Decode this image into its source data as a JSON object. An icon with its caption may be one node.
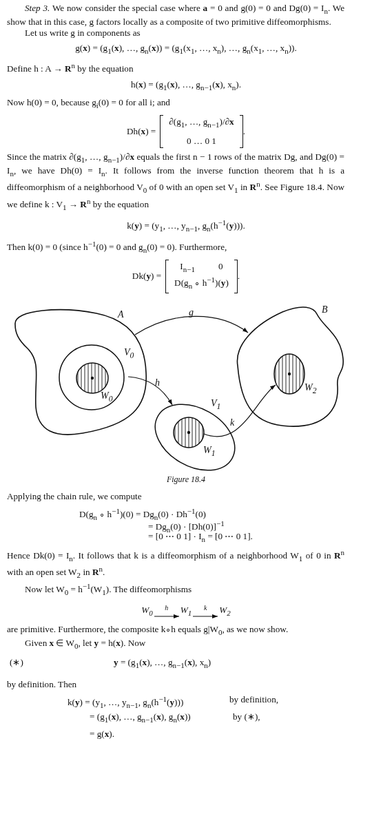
{
  "diagram": {
    "caption": "Figure 18.4",
    "nodes": [
      {
        "text": [
          "A"
        ]
      },
      {
        "text": [
          "V$_{0}$"
        ],
        "in": 0
      },
      {
        "text": [
          "W$_{0}$"
        ],
        "in": 1
      },
      {
        "text": [
          "B"
        ]
      },
      {
        "text": [
          "W$_{2}$"
        ],
        "in": 3
      },
      {
        "text": [
          "V$_{1}$"
        ]
      },
      {
        "text": [
          "W$_{1}$"
        ],
        "in": 5
      },
      {
        "text": [
          "W$_{0}$"
        ]
      },
      {
        "text": [
          "W$_{1}$"
        ]
      },
      {
        "text": [
          "W$_{2}$"
        ]
      }
    ],
    "edges": [
      {
        "from": 0,
        "to": 3,
        "arrow": "to",
        "label": "g"
      },
      {
        "from": 1,
        "to": 5,
        "arrow": "to",
        "label": "h"
      },
      {
        "from": 6,
        "to": 4,
        "arrow": "to",
        "label": "k"
      },
      {
        "from": 7,
        "to": 8,
        "arrow": "to",
        "label": "h"
      },
      {
        "from": 8,
        "to": 9,
        "arrow": "to",
        "label": "k"
      }
    ],
    "labels": [
      "*Step 3.* We now consider the special case where **a** = 0 and g(0) = 0 and Dg(0) = I$_{n}$. We show that in this case, g factors locally as a composite of two primitive diffeomorphisms.",
      "Let us write g in components as",
      "g(**x**) = (g$_{1}$(**x**), …, g$_{n}$(**x**)) = (g$_{1}$(x$_{1}$, …, x$_{n}$), …, g$_{n}$(x$_{1}$, …, x$_{n}$)).",
      "Define h : A → **R**$^{n}$ by the equation",
      "h(**x**) = (g$_{1}$(**x**), …, g$_{n−1}$(**x**), x$_{n}$).",
      "Now h(0) = 0, because g$_{i}$(0) = 0 for all i; and",
      "Dh(**x**) =",
      "∂(g$_{1}$, …, g$_{n−1}$)/∂**x**",
      "0 … 0 1",
      ".",
      "Since the matrix ∂(g$_{1}$, …, g$_{n−1}$)/∂**x** equals the first n − 1 rows of the matrix Dg, and Dg(0) = I$_{n}$, we have Dh(0) = I$_{n}$. It follows from the inverse function theorem that h is a diffeomorphism of a neighborhood V$_{0}$ of 0 with an open set V$_{1}$ in **R**$^{n}$. See Figure 18.4. Now we define k : V$_{1}$ → **R**$^{n}$ by the equation",
      "k(**y**) = (y$_{1}$, …, y$_{n−1}$, g$_{n}$(h$^{−1}$(**y**))).",
      "Then k(0) = 0 (since h$^{−1}$(0) = 0 and g$_{n}$(0) = 0). Furthermore,",
      "Dk(**y**) =",
      "I$_{n−1}$",
      "0",
      "D(g$_{n}$ ∘ h$^{−1}$)(**y**)",
      ".",
      "Applying the chain rule, we compute",
      "D(g$_{n}$ ∘ h$^{−1}$)(0) = Dg$_{n}$(0) · Dh$^{−1}$(0)",
      "= Dg$_{n}$(0) · [Dh(0)]$^{−1}$",
      "= [0 ⋯ 0 1] · I$_{n}$ = [0 ⋯ 0 1].",
      "Hence Dk(0) = I$_{n}$. It follows that k is a diffeomorphism of a neighborhood W$_{1}$ of 0 in **R**$^{n}$ with an open set W$_{2}$ in **R**$^{n}$.",
      "Now let W$_{0}$ = h$^{−1}$(W$_{1}$). The diffeomorphisms",
      "are primitive. Furthermore, the composite k∘h equals g|W$_{0}$, as we now show.",
      "Given **x** ∈ W$_{0}$, let **y** = h(**x**). Now",
      "(∗)",
      "**y** = (g$_{1}$(**x**), …, g$_{n−1}$(**x**), x$_{n}$)",
      "by definition. Then",
      "k(**y**) = (y$_{1}$, …, y$_{n−1}$, g$_{n}$(h$^{−1}$(**y**)))",
      "by definition,",
      "= (g$_{1}$(**x**), …, g$_{n−1}$(**x**), g$_{n}$(**x**))",
      "by (∗),",
      "= g(**x**)."
    ]
  }
}
